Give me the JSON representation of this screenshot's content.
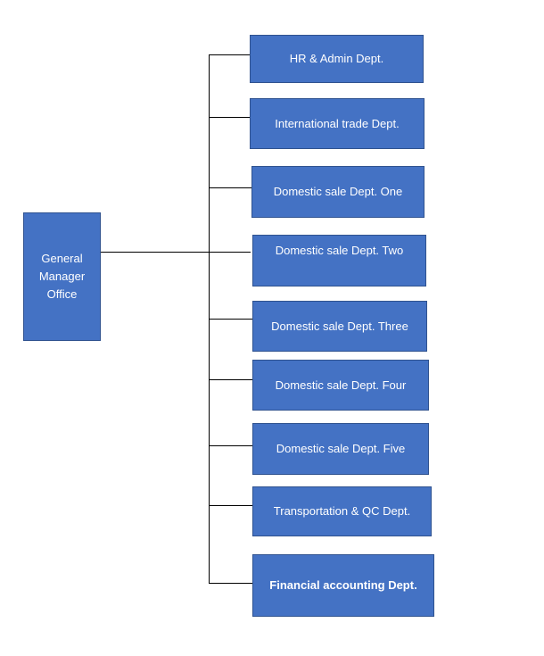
{
  "chart_data": {
    "type": "org-chart",
    "root": "General\nManager\nOffice",
    "children": [
      "HR & Admin Dept.",
      "International trade Dept.",
      "Domestic sale Dept. One",
      "Domestic sale Dept. Two",
      "Domestic sale Dept. Three",
      "Domestic sale Dept. Four",
      "Domestic sale Dept. Five",
      "Transportation & QC Dept.",
      "Financial accounting Dept."
    ]
  },
  "colors": {
    "box_fill": "#4472c4",
    "box_border": "#2f528f",
    "text": "#ffffff",
    "connector": "#000000"
  }
}
